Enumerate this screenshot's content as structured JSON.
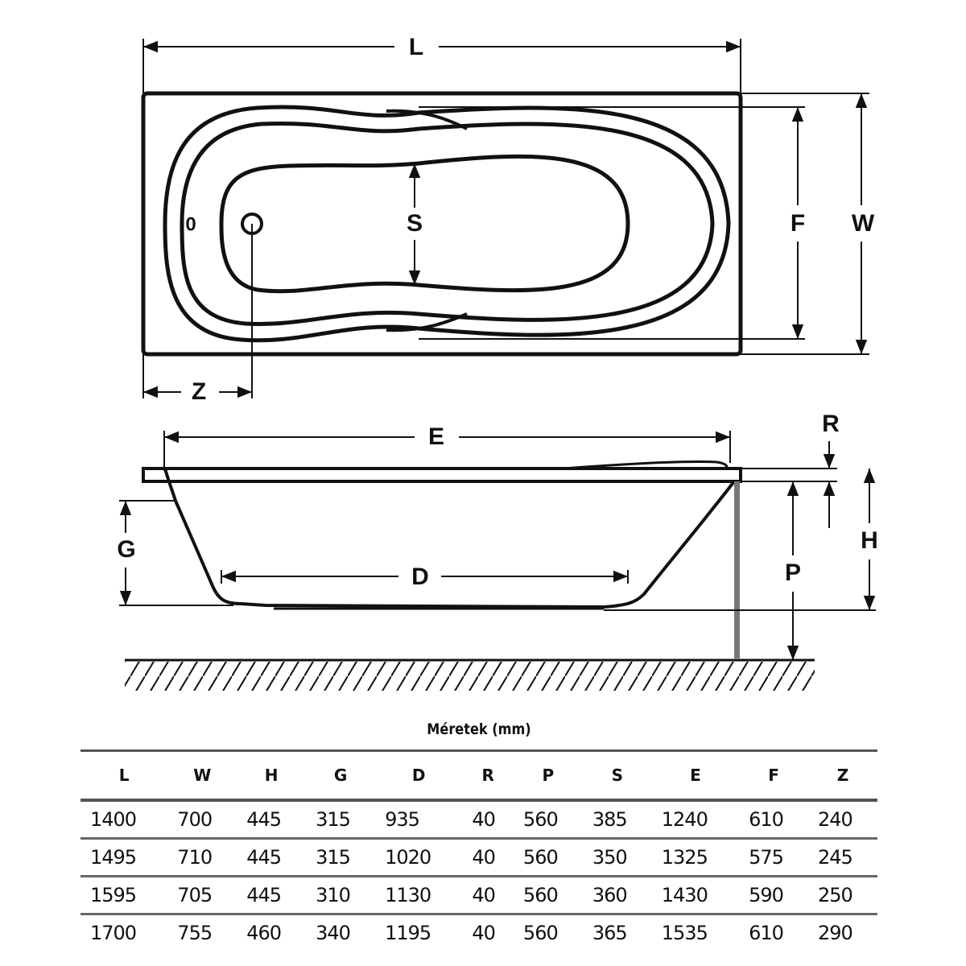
{
  "diagram": {
    "labels": {
      "L": "L",
      "W": "W",
      "F": "F",
      "S": "S",
      "Z": "Z",
      "E": "E",
      "R": "R",
      "G": "G",
      "D": "D",
      "P": "P",
      "H": "H"
    },
    "drain_symbol": "0"
  },
  "table": {
    "title": "Méretek (mm)",
    "headers": [
      "L",
      "W",
      "H",
      "G",
      "D",
      "R",
      "P",
      "S",
      "E",
      "F",
      "Z"
    ],
    "rows": [
      [
        "1400",
        "700",
        "445",
        "315",
        "935",
        "40",
        "560",
        "385",
        "1240",
        "610",
        "240"
      ],
      [
        "1495",
        "710",
        "445",
        "315",
        "1020",
        "40",
        "560",
        "350",
        "1325",
        "575",
        "245"
      ],
      [
        "1595",
        "705",
        "445",
        "310",
        "1130",
        "40",
        "560",
        "360",
        "1430",
        "590",
        "250"
      ],
      [
        "1700",
        "755",
        "460",
        "340",
        "1195",
        "40",
        "560",
        "365",
        "1535",
        "610",
        "290"
      ]
    ]
  }
}
